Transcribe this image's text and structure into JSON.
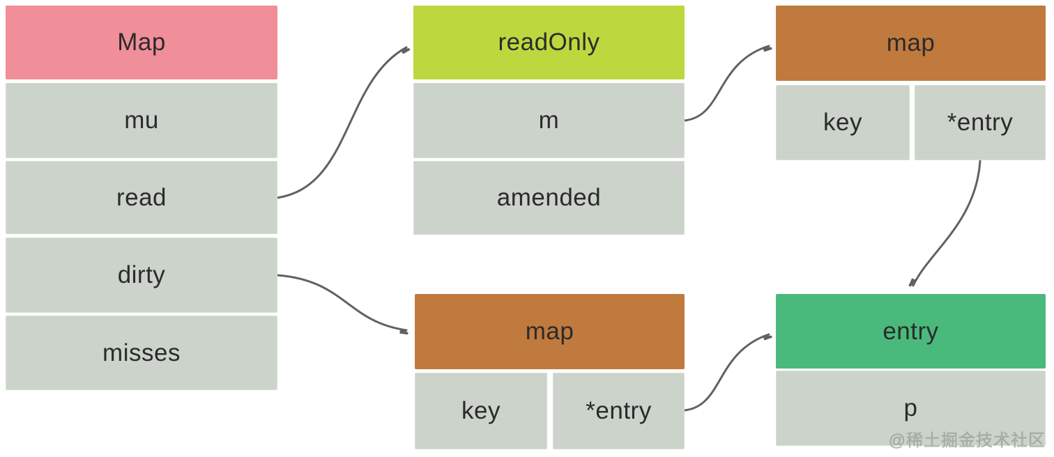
{
  "diagram": {
    "description": "Go sync.Map internal structure diagram",
    "background": "#ffffff",
    "arrow_color": "#616165",
    "text_color": "#2b2b2b",
    "cell_color": "#ccd3cb",
    "nodes": [
      {
        "id": "map-struct",
        "title": "Map",
        "header_color": "#f08e9a",
        "fields": [
          "mu",
          "read",
          "dirty",
          "misses"
        ]
      },
      {
        "id": "readonly-struct",
        "title": "readOnly",
        "header_color": "#bdd83e",
        "fields": [
          "m",
          "amended"
        ]
      },
      {
        "id": "read-map",
        "title": "map",
        "header_color": "#c07a3e",
        "fields": [
          "key",
          "*entry"
        ]
      },
      {
        "id": "dirty-map",
        "title": "map",
        "header_color": "#c07a3e",
        "fields": [
          "key",
          "*entry"
        ]
      },
      {
        "id": "entry-struct",
        "title": "entry",
        "header_color": "#49ba7b",
        "fields": [
          "p"
        ]
      }
    ],
    "arrows": [
      {
        "from": "Map.read",
        "to": "readOnly header"
      },
      {
        "from": "Map.dirty",
        "to": "dirty map header"
      },
      {
        "from": "readOnly.m",
        "to": "read map header"
      },
      {
        "from": "read map *entry",
        "to": "entry header"
      },
      {
        "from": "dirty map *entry",
        "to": "entry header"
      }
    ],
    "watermark": {
      "text": "@稀土掘金技术社区",
      "color": "#96a096"
    }
  }
}
